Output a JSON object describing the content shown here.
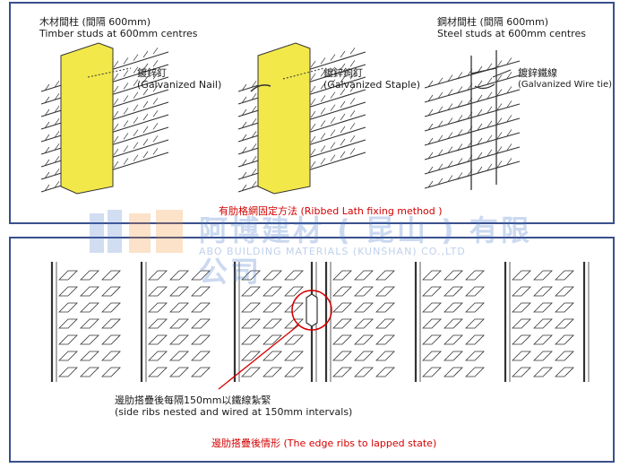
{
  "top_panel": {
    "timber_nail": {
      "title_zh": "木材間柱 (間隔 600mm)",
      "title_en": "Timber studs at 600mm centres",
      "label_zh": "鍍鋅釘",
      "label_en": "(Galvanized Nail)"
    },
    "timber_staple": {
      "label_zh": "鍍鋅鉤釘",
      "label_en": "(Galvanized Staple)"
    },
    "steel_wire": {
      "title_zh": "鋼材間柱 (間隔 600mm)",
      "title_en": "Steel studs at 600mm centres",
      "label_zh": "鍍鋅鐵線",
      "label_en": "(Galvanized Wire tie)"
    },
    "caption": "有肋格網固定方法 (Ribbed  Lath fixing  method  )"
  },
  "bottom_panel": {
    "note_zh": "邊肋搭疊後每隔150mm以鐵線紮緊",
    "note_en": "(side ribs nested and wired at 150mm intervals)",
    "caption": "邊肋搭疊後情形 (The edge ribs to lapped state)"
  },
  "watermark": {
    "name_zh": "阿博建材 ( 昆山 ) 有限公司",
    "name_en": "ABO BUILDING MATERIALS (KUNSHAN) CO.,LTD"
  },
  "colors": {
    "panel_border": "#3a4f8c",
    "stud_timber": "#f2e84a",
    "accent_red": "#d40000",
    "mesh_line": "#333333"
  }
}
